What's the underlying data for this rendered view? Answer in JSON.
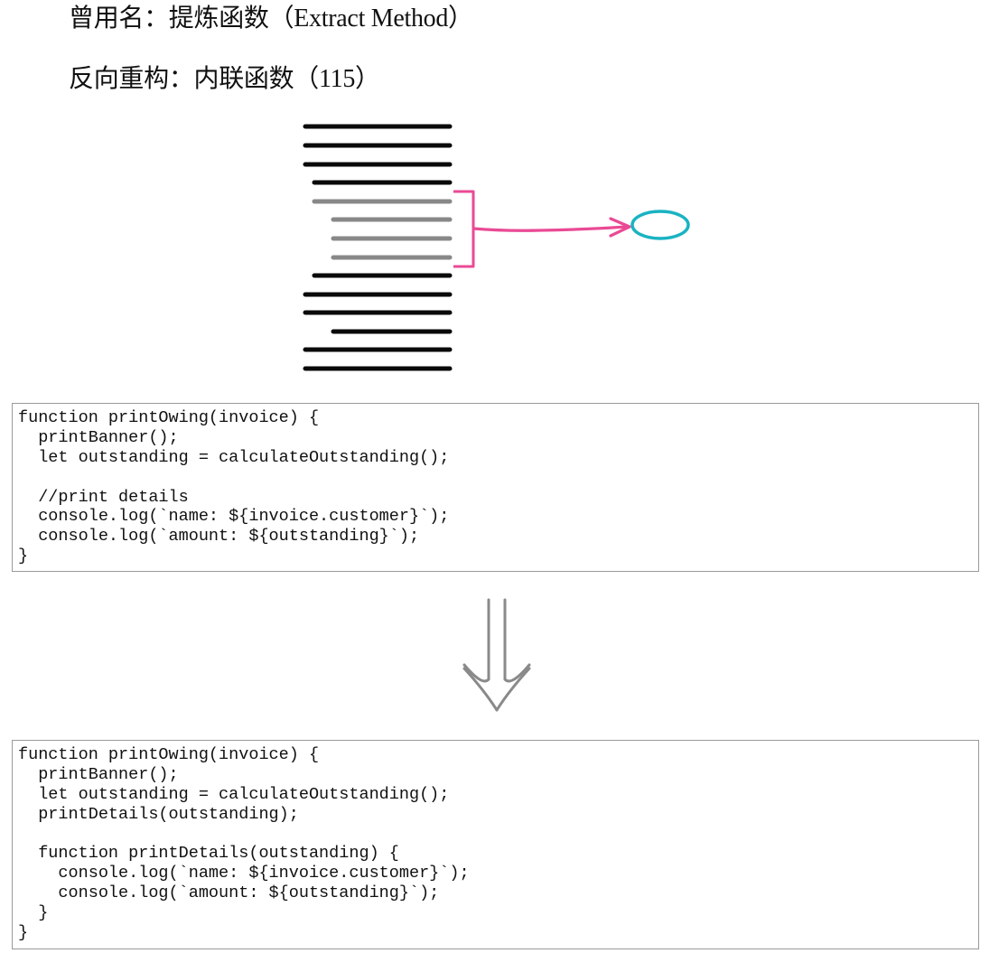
{
  "header": {
    "aka_line": "曾用名：提炼函数（Extract Method）",
    "inverse_line": "反向重构：内联函数（115）"
  },
  "colors": {
    "code_line": "#0a0a0a",
    "extracted_line": "#888888",
    "bracket_arrow": "#ea4a95",
    "function_oval": "#1ab3c2",
    "refactor_arrow": "#8a8a8a"
  },
  "diagram": {
    "icons": [
      "code-lines-sketch",
      "bracket-icon",
      "curved-arrow-icon",
      "function-oval-icon"
    ]
  },
  "code_before": {
    "lines": [
      "function printOwing(invoice) {",
      "  printBanner();",
      "  let outstanding = calculateOutstanding();",
      "",
      "  //print details",
      "  console.log(`name: ${invoice.customer}`);",
      "  console.log(`amount: ${outstanding}`);",
      "}"
    ]
  },
  "refactor_arrow": {
    "icon": "double-down-arrow-icon"
  },
  "code_after": {
    "lines": [
      "function printOwing(invoice) {",
      "  printBanner();",
      "  let outstanding = calculateOutstanding();",
      "  printDetails(outstanding);",
      "",
      "  function printDetails(outstanding) {",
      "    console.log(`name: ${invoice.customer}`);",
      "    console.log(`amount: ${outstanding}`);",
      "  }",
      "}"
    ]
  }
}
